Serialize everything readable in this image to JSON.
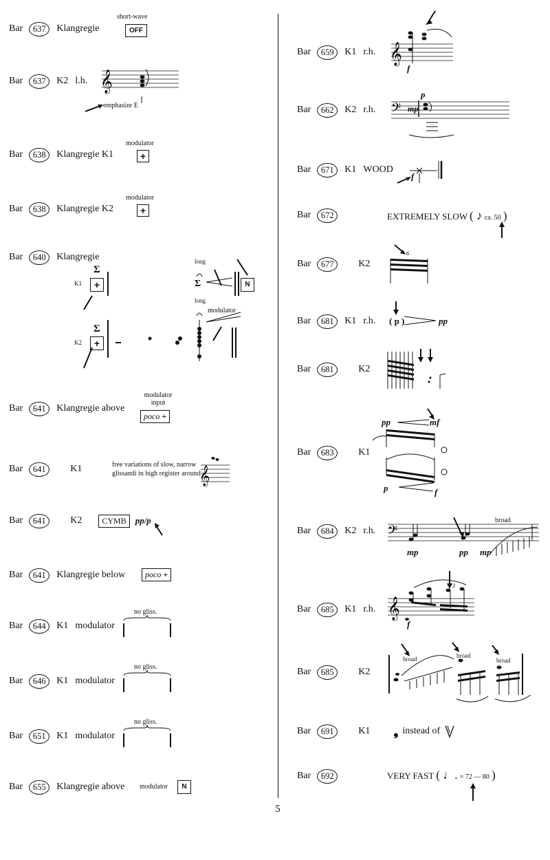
{
  "bar_label": "Bar",
  "page_number": "5",
  "left": [
    {
      "num": "637",
      "inst": "Klangregie",
      "pos": ""
    },
    {
      "num": "637",
      "inst": "K2",
      "pos": "l.h."
    },
    {
      "num": "638",
      "inst": "Klangregie K1",
      "pos": ""
    },
    {
      "num": "638",
      "inst": "Klangregie K2",
      "pos": ""
    },
    {
      "num": "640",
      "inst": "Klangregie",
      "pos": ""
    },
    {
      "num": "641",
      "inst": "Klangregie above",
      "pos": ""
    },
    {
      "num": "641",
      "inst": "K1",
      "pos": ""
    },
    {
      "num": "641",
      "inst": "K2",
      "pos": ""
    },
    {
      "num": "641",
      "inst": "Klangregie below",
      "pos": ""
    },
    {
      "num": "644",
      "inst": "K1",
      "pos": "modulator"
    },
    {
      "num": "646",
      "inst": "K1",
      "pos": "modulator"
    },
    {
      "num": "651",
      "inst": "K1",
      "pos": "modulator"
    },
    {
      "num": "655",
      "inst": "Klangregie above",
      "pos": ""
    }
  ],
  "right": [
    {
      "num": "659",
      "inst": "K1",
      "pos": "r.h."
    },
    {
      "num": "662",
      "inst": "K2",
      "pos": "r.h."
    },
    {
      "num": "671",
      "inst": "K1",
      "pos": "WOOD"
    },
    {
      "num": "672",
      "inst": "",
      "pos": ""
    },
    {
      "num": "677",
      "inst": "K2",
      "pos": ""
    },
    {
      "num": "681",
      "inst": "K1",
      "pos": "r.h."
    },
    {
      "num": "681",
      "inst": "K2",
      "pos": ""
    },
    {
      "num": "683",
      "inst": "K1",
      "pos": ""
    },
    {
      "num": "684",
      "inst": "K2",
      "pos": "r.h."
    },
    {
      "num": "685",
      "inst": "K1",
      "pos": "r.h."
    },
    {
      "num": "685",
      "inst": "K2",
      "pos": ""
    },
    {
      "num": "691",
      "inst": "K1",
      "pos": ""
    },
    {
      "num": "692",
      "inst": "",
      "pos": ""
    }
  ],
  "labels": {
    "short_wave": "short-wave",
    "off": "OFF",
    "emphasize_e": "emphasize E",
    "modulator": "modulator",
    "plus": "+",
    "sigma": "Σ",
    "long": "long",
    "n": "N",
    "k1": "K1",
    "k2": "K2",
    "modulator_input_1": "modulator",
    "modulator_input_2": "input",
    "poco": "poco",
    "free_var_1": "free variations of slow, narrow",
    "free_var_2": "glissandi in high register around",
    "cymb": "CYMB",
    "pp_p": "pp/p",
    "no_gliss": "no gliss.",
    "extremely_slow": "EXTREMELY SLOW",
    "ca_50": "ca. 50",
    "p_paren": "( p )",
    "pp": "pp",
    "mp": "mp",
    "mf": "mf",
    "f": "f",
    "p": "p",
    "broad": "broad",
    "instead_of": "instead of",
    "very_fast": "VERY FAST",
    "tempo_72_80": "= 72 — 80"
  }
}
